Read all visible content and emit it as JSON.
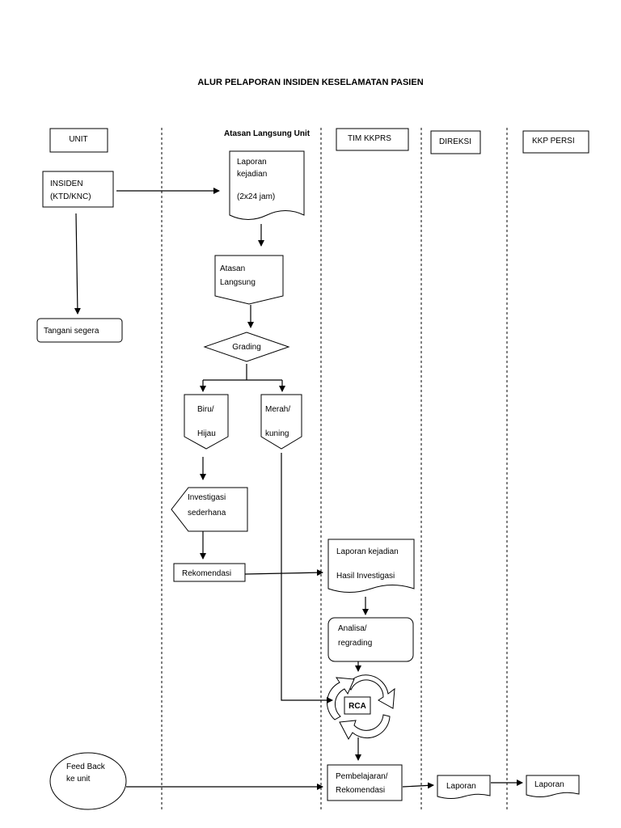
{
  "title": "ALUR PELAPORAN INSIDEN KESELAMATAN PASIEN",
  "lanes": {
    "unit": "UNIT",
    "atasan": "Atasan Langsung Unit",
    "tim": "TIM KKPRS",
    "direksi": "DIREKSI",
    "kkp": "KKP PERSI"
  },
  "nodes": {
    "insiden": [
      "INSIDEN",
      "(KTD/KNC)"
    ],
    "laporan_kejadian": [
      "Laporan",
      "kejadian",
      "(2x24 jam)"
    ],
    "tangani": "Tangani segera",
    "atasan_langsung": [
      "Atasan",
      "Langsung"
    ],
    "grading": "Grading",
    "biru_hijau": [
      "Biru/",
      "Hijau"
    ],
    "merah_kuning": [
      "Merah/",
      "kuning"
    ],
    "investigasi": [
      "Investigasi",
      "sederhana"
    ],
    "rekomendasi": "Rekomendasi",
    "laporan_hasil": [
      "Laporan kejadian",
      "Hasil Investigasi"
    ],
    "analisa": [
      "Analisa/",
      "regrading"
    ],
    "rca": "RCA",
    "feedback": [
      "Feed Back",
      "ke unit"
    ],
    "pembelajaran": [
      "Pembelajaran/",
      "Rekomendasi"
    ],
    "laporan_direksi": "Laporan",
    "laporan_kkp": "Laporan"
  }
}
